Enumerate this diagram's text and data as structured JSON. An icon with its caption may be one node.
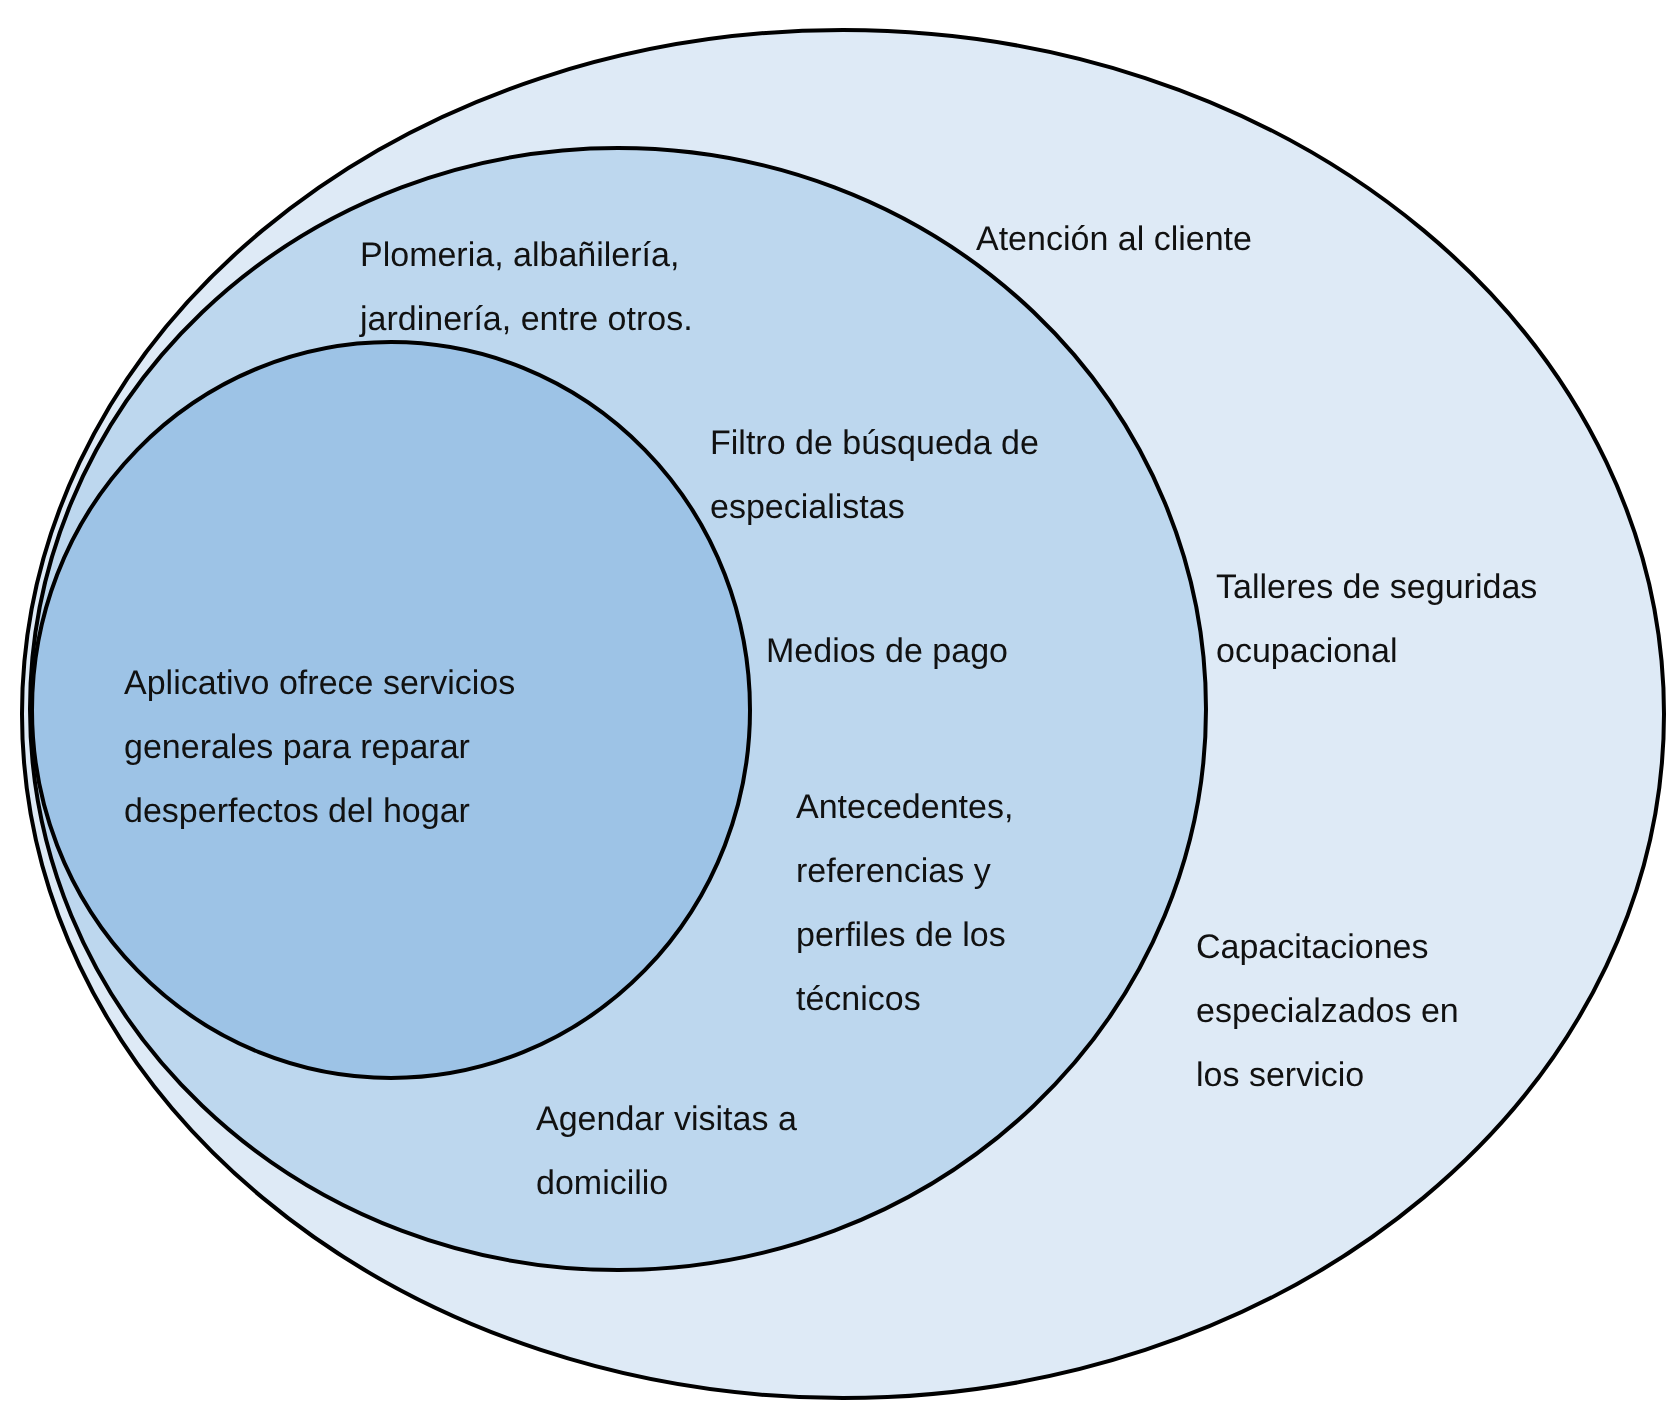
{
  "diagram": {
    "nodes": [
      {
        "text": [
          "Atención al cliente",
          "Talleres de seguridas ocupacional",
          "Capacitaciones especialzados en los servicio"
        ]
      },
      {
        "text": [
          "Plomeria, albañilería, jardinería, entre otros.",
          "Filtro de búsqueda de especialistas",
          "Medios de pago",
          "Antecedentes, referencias y perfiles de los técnicos",
          "Agendar visitas a domicilio"
        ],
        "in": 0
      },
      {
        "text": [
          "Aplicativo ofrece servicios generales para reparar desperfectos del hogar"
        ],
        "in": 1
      }
    ]
  }
}
